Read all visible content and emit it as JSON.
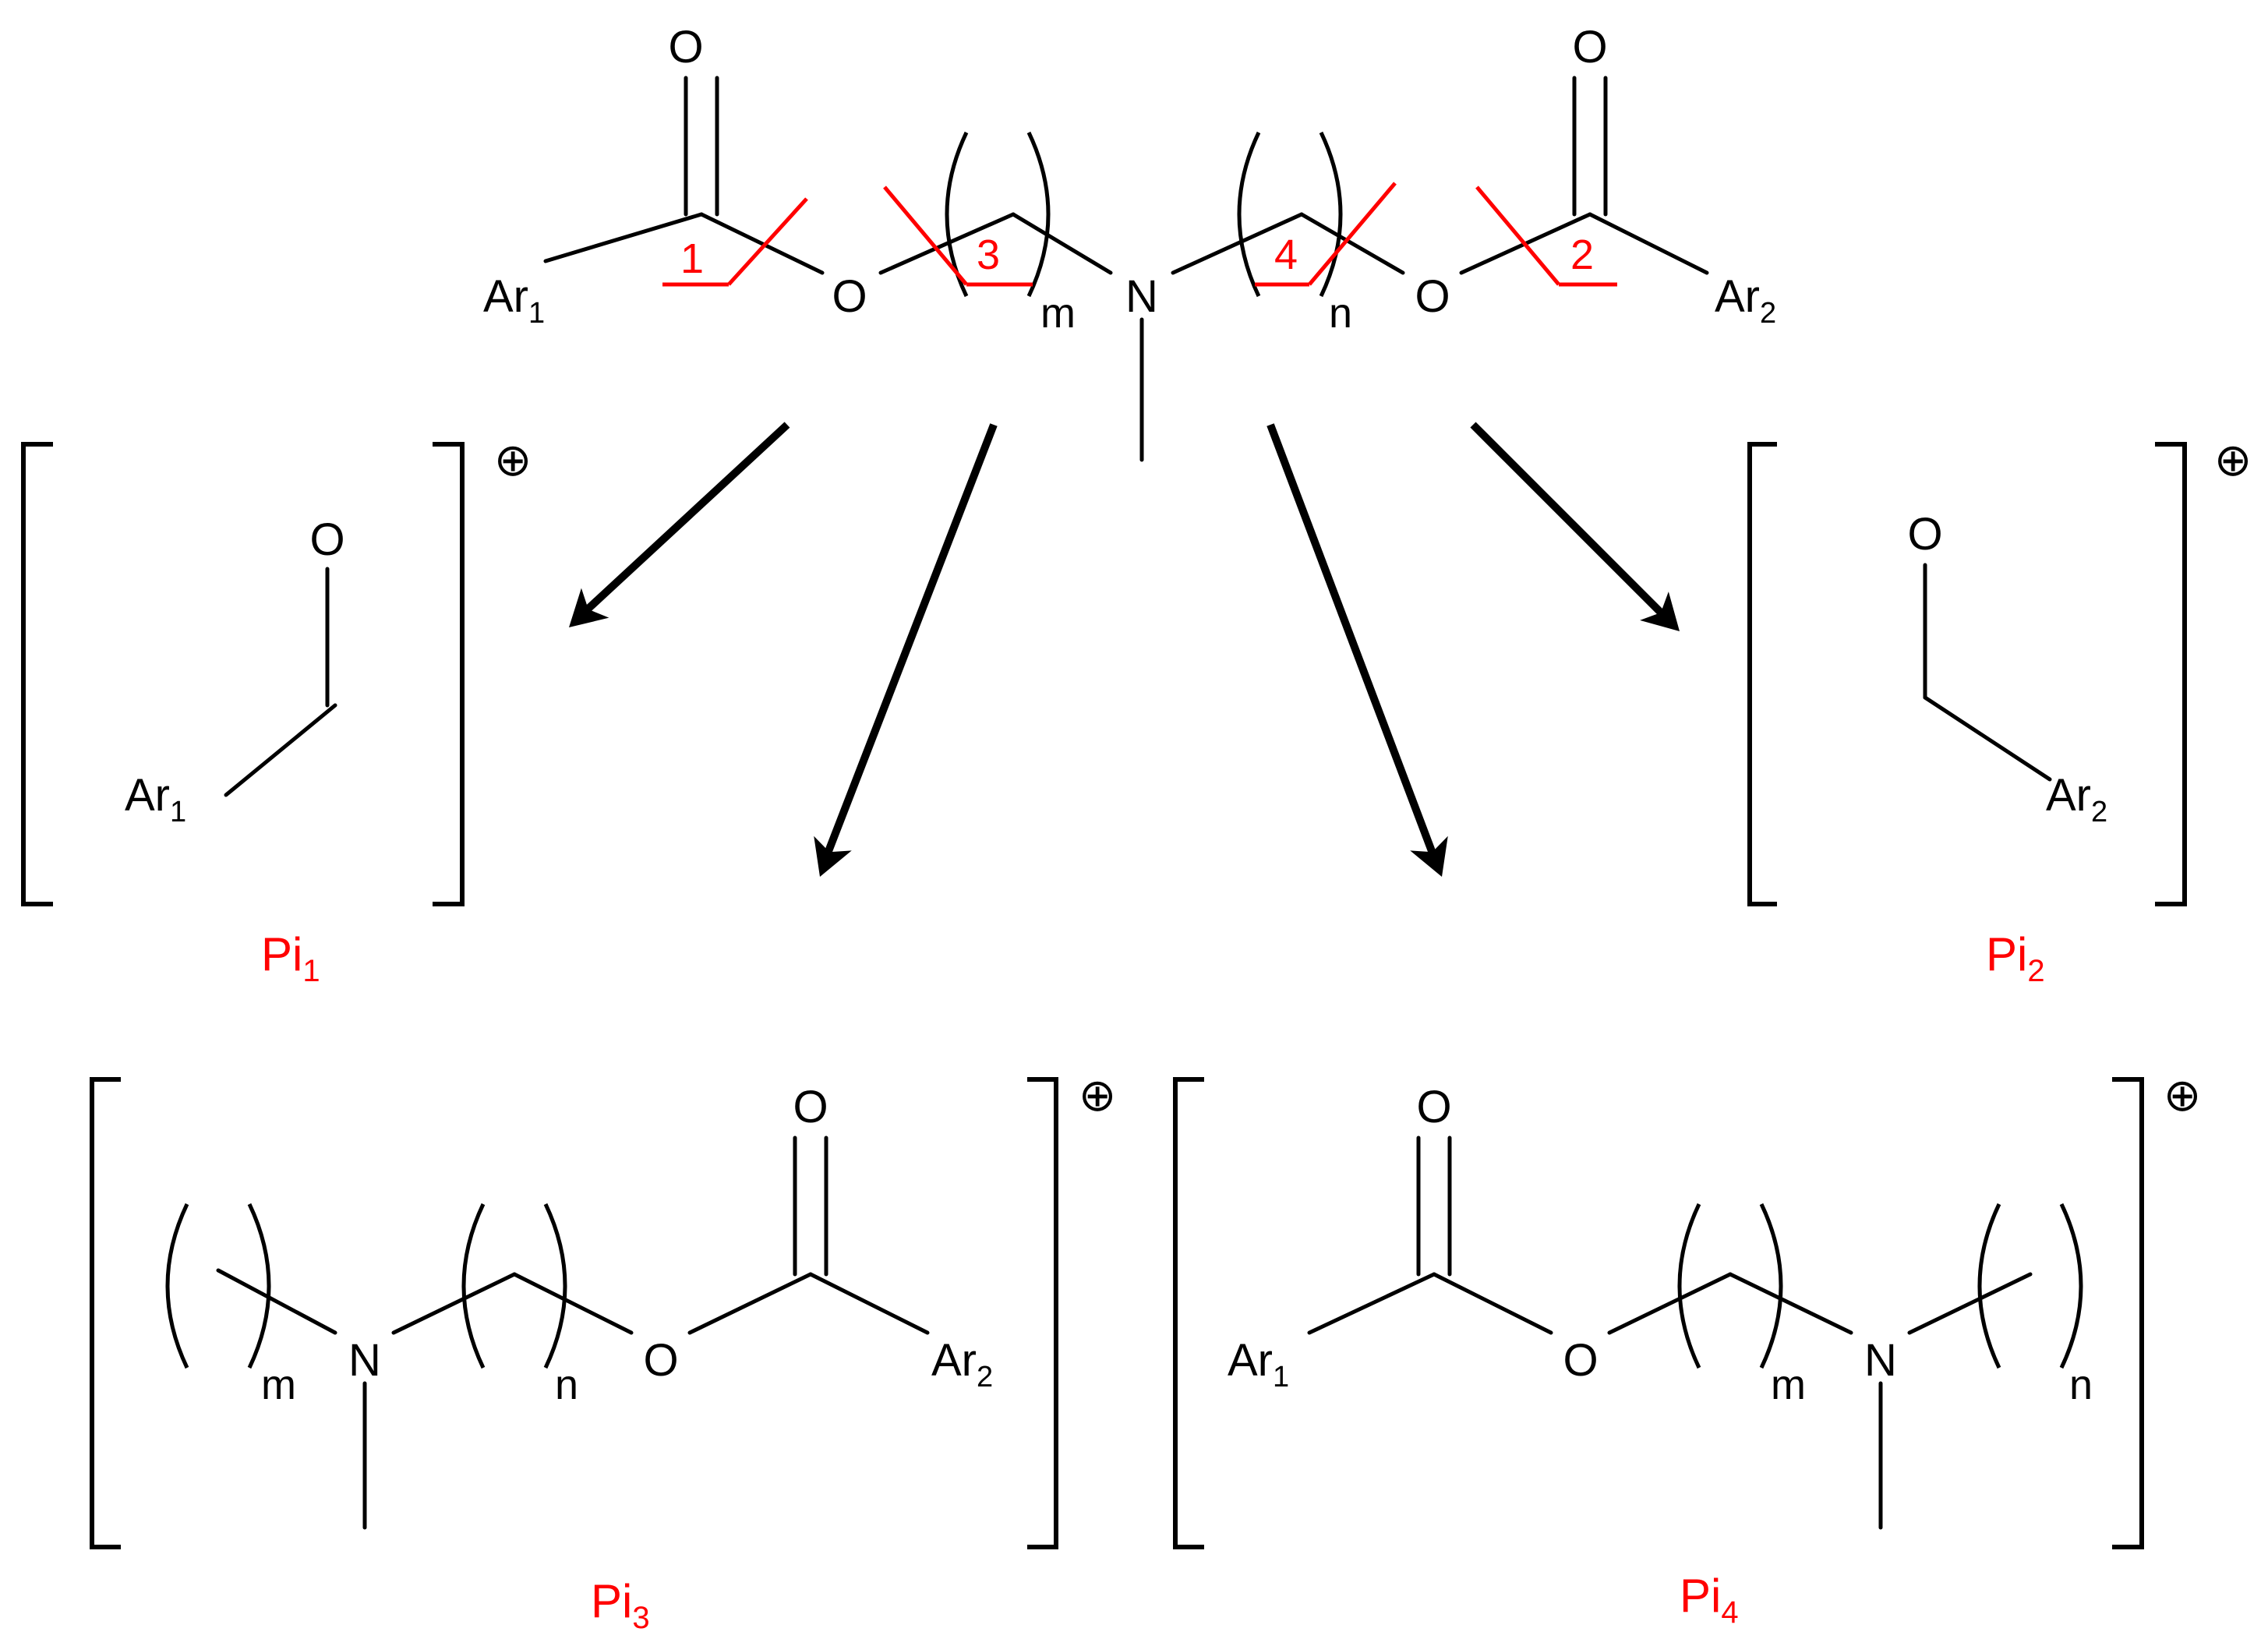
{
  "atoms": {
    "oxygen": "O",
    "nitrogen": "N",
    "aryl": "Ar",
    "aryl_sub_1": "1",
    "aryl_sub_2": "2",
    "index_m": "m",
    "index_n": "n",
    "charge": "⊕"
  },
  "cleavage_sites": [
    "1",
    "3",
    "4",
    "2"
  ],
  "products": [
    {
      "label": "Pi",
      "sub": "1"
    },
    {
      "label": "Pi",
      "sub": "2"
    },
    {
      "label": "Pi",
      "sub": "3"
    },
    {
      "label": "Pi",
      "sub": "4"
    }
  ],
  "colors": {
    "highlight": "#ff0000",
    "ink": "#000000"
  }
}
